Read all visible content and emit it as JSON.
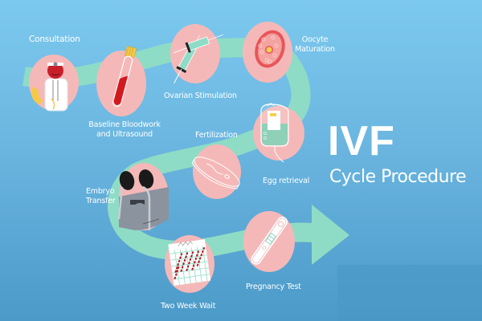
{
  "title": {
    "main": "IVF",
    "sub": "Cycle Procedure"
  },
  "colors": {
    "background_top": "#7cc9ef",
    "background_bottom": "#4b9ac8",
    "path": "#8fdcc6",
    "circle": "#f5b8b8",
    "text": "#ffffff"
  },
  "steps": [
    {
      "order": 1,
      "label": "Consultation",
      "icon": "doctor-icon"
    },
    {
      "order": 2,
      "label_lines": [
        "Baseline Bloodwork",
        "and Ultrasound"
      ],
      "icon": "blood-tube-icon"
    },
    {
      "order": 3,
      "label": "Ovarian Stimulation",
      "icon": "syringes-icon"
    },
    {
      "order": 4,
      "label_lines": [
        "Oocyte",
        "Maturation"
      ],
      "icon": "oocyte-icon"
    },
    {
      "order": 5,
      "label": "Egg retrieval",
      "icon": "collection-bag-icon"
    },
    {
      "order": 6,
      "label": "Fertilization",
      "icon": "petri-dish-icon"
    },
    {
      "order": 7,
      "label_lines": [
        "Embryo",
        "Transfer"
      ],
      "icon": "stirrups-icon"
    },
    {
      "order": 8,
      "label": "Two Week Wait",
      "icon": "calendar-icon"
    },
    {
      "order": 9,
      "label": "Pregnancy Test",
      "icon": "pregnancy-test-icon"
    }
  ]
}
